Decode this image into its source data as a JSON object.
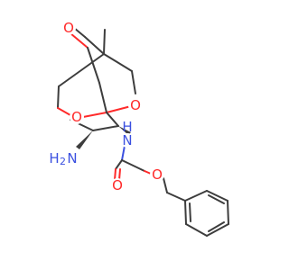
{
  "colors": {
    "bond": "#3d3d3d",
    "oxygen": "#ff2a2a",
    "nitrogen": "#3b50e0",
    "background": "#ffffff"
  },
  "atoms": {
    "o_cage_top": "O",
    "o_cage_left": "O",
    "o_cage_right": "O",
    "nh_amide": "N",
    "h_amide": "H",
    "nh2_amine": "H",
    "nh2_sub": "2",
    "nh2_n": "N",
    "o_carbonyl": "O",
    "o_ester": "O",
    "methyl": "CH3 (implicit)"
  }
}
